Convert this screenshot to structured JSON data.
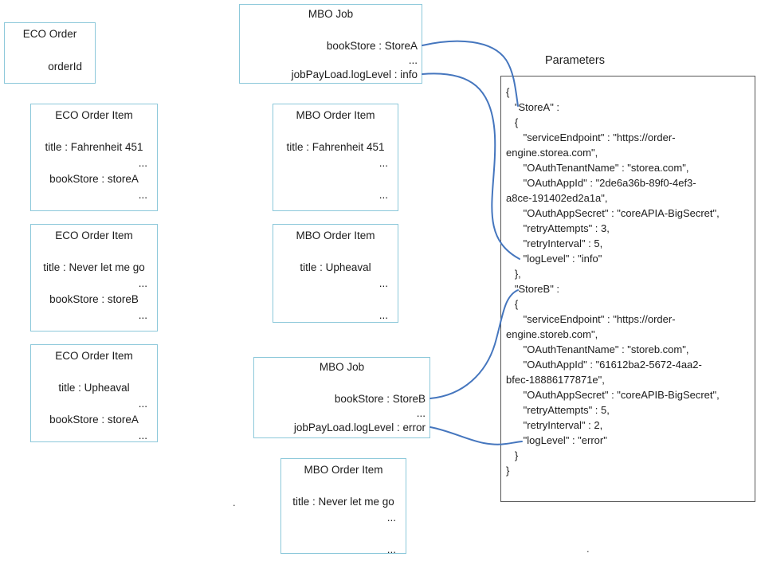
{
  "canvas": {
    "width": "950",
    "height": "704"
  },
  "colors": {
    "background": "#FFFFFF",
    "box_border_blue": "#8CC8DA",
    "parameters_border_gray": "#565656",
    "connector_blue": "#4576BE",
    "text": "#1C1C1C"
  },
  "boxes": {
    "eco_order": {
      "title": "ECO Order",
      "lines": [
        "orderId"
      ]
    },
    "eco_item1": {
      "title": "ECO Order Item",
      "lines": [
        "title : Fahrenheit 451",
        "...",
        "bookStore : storeA",
        "..."
      ]
    },
    "eco_item2": {
      "title": "ECO Order Item",
      "lines": [
        "title : Never let me go",
        "...",
        "bookStore : storeB",
        "..."
      ]
    },
    "eco_item3": {
      "title": "ECO Order Item",
      "lines": [
        "title : Upheaval",
        "...",
        "bookStore : storeA",
        "..."
      ]
    },
    "mbo_job1": {
      "title": "MBO Job",
      "lines": [
        "bookStore : StoreA",
        "...",
        "jobPayLoad.logLevel : info"
      ]
    },
    "mbo_item1": {
      "title": "MBO Order Item",
      "lines": [
        "title : Fahrenheit 451",
        "...",
        "",
        "..."
      ]
    },
    "mbo_item2": {
      "title": "MBO Order Item",
      "lines": [
        "title : Upheaval",
        "...",
        "",
        "..."
      ]
    },
    "mbo_job2": {
      "title": "MBO Job",
      "lines": [
        "bookStore : StoreB",
        "...",
        "jobPayLoad.logLevel : error"
      ]
    },
    "mbo_item3": {
      "title": "MBO Order Item",
      "lines": [
        "title : Never let me go",
        "...",
        "",
        "..."
      ]
    }
  },
  "parameters": {
    "label": "Parameters",
    "json_lines": [
      "{",
      "   \"StoreA\" :",
      "   {",
      "      \"serviceEndpoint\" : \"https://order-",
      "engine.storea.com\",",
      "      \"OAuthTenantName\" : \"storea.com\",",
      "      \"OAuthAppId\" : \"2de6a36b-89f0-4ef3-",
      "a8ce-191402ed2a1a\",",
      "      \"OAuthAppSecret\" : \"coreAPIA-BigSecret\",",
      "      \"retryAttempts\" : 3,",
      "      \"retryInterval\" : 5,",
      "      \"logLevel\" : \"info\"",
      "   },",
      "   \"StoreB\" :",
      "   {",
      "      \"serviceEndpoint\" : \"https://order-",
      "engine.storeb.com\",",
      "      \"OAuthTenantName\" : \"storeb.com\",",
      "      \"OAuthAppId\" : \"61612ba2-5672-4aa2-",
      "bfec-18886177871e\",",
      "      \"OAuthAppSecret\" : \"coreAPIB-BigSecret\",",
      "      \"retryAttempts\" : 5,",
      "      \"retryInterval\" : 2,",
      "      \"logLevel\" : \"error\"",
      "   }",
      "}"
    ]
  },
  "stray_marks": [
    ".",
    "."
  ]
}
